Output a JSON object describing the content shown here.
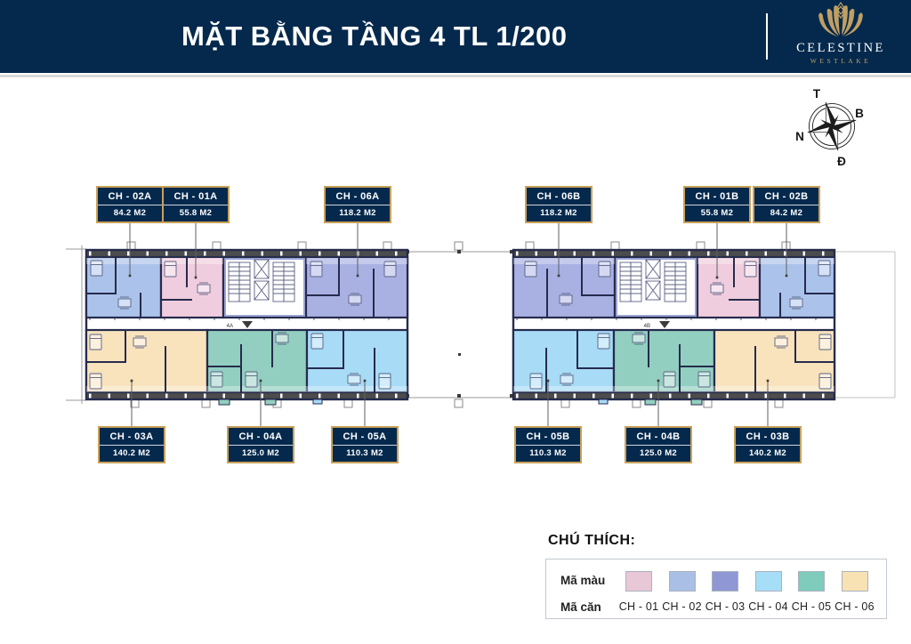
{
  "theme": {
    "navy": "#05294d",
    "gold": "#bf9f63"
  },
  "header": {
    "title": "MẶT BẰNG TẦNG 4 TL 1/200",
    "brand_name": "CELESTINE",
    "brand_sub": "WESTLAKE"
  },
  "compass": {
    "west": "T",
    "north": "B",
    "south": "N",
    "east": "Đ"
  },
  "units": {
    "ch02a": {
      "name": "CH - 02A",
      "area": "84.2 M2"
    },
    "ch01a": {
      "name": "CH - 01A",
      "area": "55.8 M2"
    },
    "ch06a": {
      "name": "CH - 06A",
      "area": "118.2 M2"
    },
    "ch06b": {
      "name": "CH - 06B",
      "area": "118.2 M2"
    },
    "ch01b": {
      "name": "CH - 01B",
      "area": "55.8 M2"
    },
    "ch02b": {
      "name": "CH - 02B",
      "area": "84.2 M2"
    },
    "ch03a": {
      "name": "CH - 03A",
      "area": "140.2 M2"
    },
    "ch04a": {
      "name": "CH - 04A",
      "area": "125.0 M2"
    },
    "ch05a": {
      "name": "CH - 05A",
      "area": "110.3 M2"
    },
    "ch05b": {
      "name": "CH - 05B",
      "area": "110.3 M2"
    },
    "ch04b": {
      "name": "CH - 04B",
      "area": "125.0 M2"
    },
    "ch03b": {
      "name": "CH - 03B",
      "area": "140.2 M2"
    }
  },
  "plan": {
    "fills": {
      "ch01": "#f0cdde",
      "ch02": "#abc3ea",
      "ch03": "#f8e3bc",
      "ch04": "#92cfc0",
      "ch05": "#a7dbf6",
      "ch06": "#a9b1e3"
    },
    "marker_a": "4A",
    "marker_b": "4B"
  },
  "legend": {
    "title": "CHÚ THÍCH:",
    "row_color": "Mã màu",
    "row_unit": "Mã căn",
    "items": [
      {
        "code": "CH - 01",
        "color": "#e8c8d7"
      },
      {
        "code": "CH - 02",
        "color": "#a9bfe5"
      },
      {
        "code": "CH - 03",
        "color": "#8f97d5"
      },
      {
        "code": "CH - 04",
        "color": "#a6def8"
      },
      {
        "code": "CH - 05",
        "color": "#7fcbbc"
      },
      {
        "code": "CH - 06",
        "color": "#f8e2b4"
      }
    ]
  }
}
